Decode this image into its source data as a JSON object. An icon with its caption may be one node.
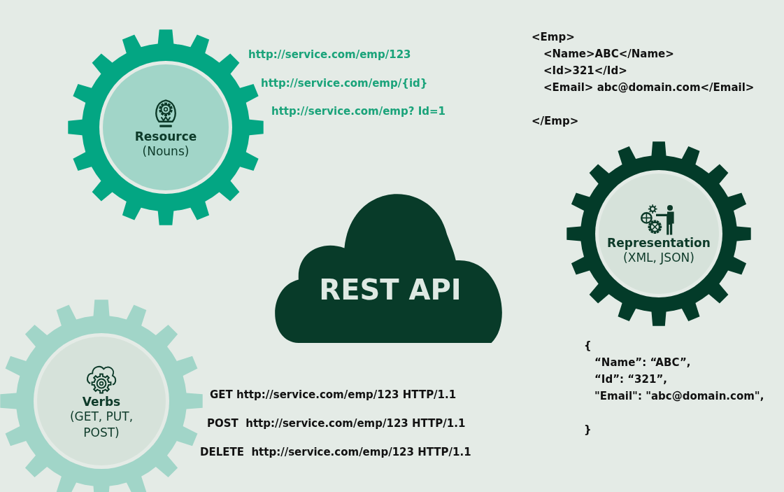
{
  "diagram": {
    "nodes": [
      {
        "text": [
          "Resource",
          "(Nouns)"
        ]
      },
      {
        "text": [
          "Representation",
          "(XML, JSON)"
        ]
      },
      {
        "text": [
          "Verbs",
          "(GET, PUT, POST)"
        ]
      },
      {
        "text": [
          "REST API"
        ]
      }
    ],
    "edges": [],
    "labels": [
      "http://service.com/emp/123",
      "http://service.com/emp/{id}",
      "http://service.com/emp? Id=1",
      "<Emp>",
      "<Name>ABC</Name>",
      "<Id>321</Id>",
      "<Email> abc@domain.com</Email>",
      "</Emp>",
      "{",
      "“Name”: “ABC”,",
      "“Id”: “321”,",
      "\"Email\": \"abc@domain.com\",",
      "}",
      "GET http://service.com/emp/123 HTTP/1.1",
      "POST  http://service.com/emp/123 HTTP/1.1",
      "DELETE  http://service.com/emp/123 HTTP/1.1"
    ]
  }
}
